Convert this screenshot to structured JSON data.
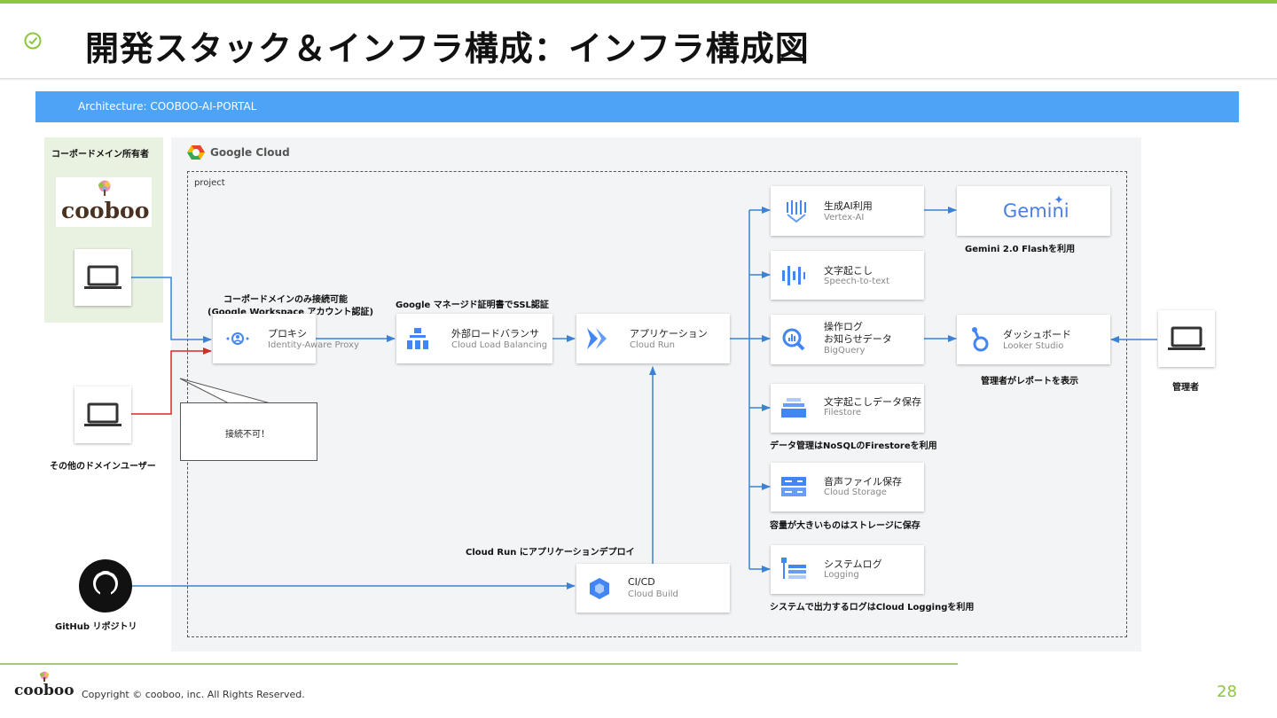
{
  "slide": {
    "title": "開発スタック＆インフラ構成：インフラ構成図",
    "architecture_label": "Architecture: COOBOO-AI-PORTAL",
    "page_number": "28",
    "copyright": "Copyright © cooboo, inc. All Rights Reserved.",
    "accent_color": "#8cc63f",
    "banner_color": "#4da3f5"
  },
  "actors": {
    "owner_label": "コーポードメイン所有者",
    "logo_text": "cooboo",
    "other_users_label": "その他のドメインユーザー",
    "github_label": "GitHub リポジトリ",
    "admin_label": "管理者"
  },
  "gcp": {
    "title": "Google Cloud",
    "project_label": "project"
  },
  "nodes": {
    "iap": {
      "title": "プロキシ",
      "sub": "Identity-Aware Proxy",
      "icon": "iap-icon"
    },
    "lb": {
      "title": "外部ロードバランサ",
      "sub": "Cloud Load Balancing",
      "icon": "load-balancer-icon"
    },
    "run": {
      "title": "アプリケーション",
      "sub": "Cloud Run",
      "icon": "cloud-run-icon"
    },
    "build": {
      "title": "CI/CD",
      "sub": "Cloud Build",
      "icon": "cloud-build-icon"
    },
    "vertex": {
      "title": "生成AI利用",
      "sub": "Vertex-AI",
      "icon": "vertex-ai-icon"
    },
    "speech": {
      "title": "文字起こし",
      "sub": "Speech-to-text",
      "icon": "speech-icon"
    },
    "bigquery": {
      "title1": "操作ログ",
      "title2": "お知らせデータ",
      "sub": "BigQuery",
      "icon": "bigquery-icon"
    },
    "filestore": {
      "title": "文字起こしデータ保存",
      "sub": "Filestore",
      "icon": "filestore-icon"
    },
    "storage": {
      "title": "音声ファイル保存",
      "sub": "Cloud Storage",
      "icon": "cloud-storage-icon"
    },
    "logging": {
      "title": "システムログ",
      "sub": "Logging",
      "icon": "logging-icon"
    },
    "gemini": {
      "title": "Gemini",
      "icon": "gemini-logo"
    },
    "looker": {
      "title": "ダッシュボード",
      "sub": "Looker Studio",
      "icon": "looker-studio-icon"
    }
  },
  "annotations": {
    "iap_note_1": "コーポードメインのみ接続可能",
    "iap_note_2": "(Google Workspace アカウント認証)",
    "ssl_note": "Google マネージド証明書でSSL認証",
    "deploy_note": "Cloud Run にアプリケーションデプロイ",
    "gemini_note": "Gemini 2.0 Flashを利用",
    "looker_note": "管理者がレポートを表示",
    "filestore_note": "データ管理はNoSQLのFirestoreを利用",
    "storage_note": "容量が大きいものはストレージに保存",
    "logging_note": "システムで出力するログはCloud Loggingを利用",
    "denied": "接続不可！"
  }
}
